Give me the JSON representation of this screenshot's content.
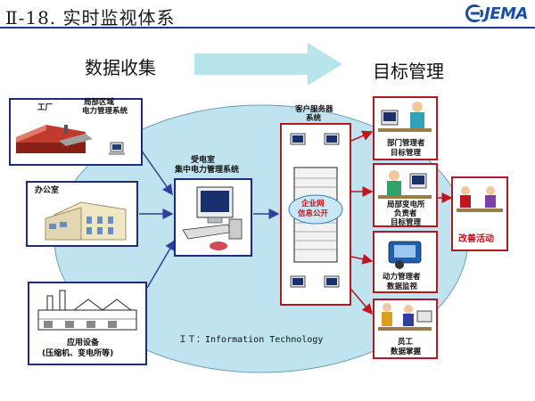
{
  "header": {
    "title": "Ⅱ-18. 实时监视体系",
    "logo_text": "JEMA"
  },
  "flow": {
    "left_label": "数据收集",
    "right_label": "目标管理"
  },
  "sources": {
    "factory": {
      "label": "工厂",
      "sub_label_1": "局部区域",
      "sub_label_2": "电力管理系统"
    },
    "office": {
      "label": "办公室"
    },
    "equipment": {
      "label_1": "应用设备",
      "label_2": "(压缩机、变电所等)"
    }
  },
  "substation": {
    "label_1": "受电室",
    "label_2": "集中电力管理系统"
  },
  "server": {
    "label_1": "客户服务器",
    "label_2": "系统",
    "network_1": "企业网",
    "network_2": "信息公开"
  },
  "targets": [
    {
      "line_1": "部门管理者",
      "line_2": "目标管理",
      "line_3": ""
    },
    {
      "line_1": "局部变电所",
      "line_2": "负责者",
      "line_3": "目标管理"
    },
    {
      "line_1": "动力管理者",
      "line_2": "数据监视",
      "line_3": ""
    },
    {
      "line_1": "员工",
      "line_2": "数据掌握",
      "line_3": ""
    }
  ],
  "improvement": {
    "label": "改善活动"
  },
  "it_note": "ＩＴ：Information  Technology",
  "colors": {
    "ellipse_fill": "#bfe3ef",
    "box_border": "#1c2a80",
    "red_border": "#b01822",
    "arrow_blue": "#2f3e9e",
    "arrow_red": "#c0161f",
    "big_arrow": "#b8e4ec"
  }
}
